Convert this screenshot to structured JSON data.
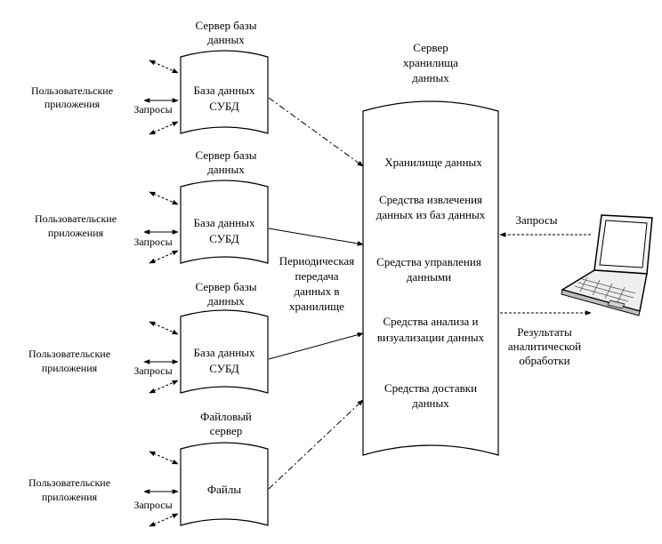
{
  "db_servers": [
    {
      "title_lines": [
        "Сервер базы",
        "данных"
      ],
      "content_lines": [
        "База данных",
        "СУБД"
      ],
      "apps_label_lines": [
        "Пользовательские",
        "приложения"
      ],
      "requests_label": "Запросы"
    },
    {
      "title_lines": [
        "Сервер базы",
        "данных"
      ],
      "content_lines": [
        "База данных",
        "СУБД"
      ],
      "apps_label_lines": [
        "Пользовательские",
        "приложения"
      ],
      "requests_label": "Запросы"
    },
    {
      "title_lines": [
        "Сервер базы",
        "данных"
      ],
      "content_lines": [
        "База данных",
        "СУБД"
      ],
      "apps_label_lines": [
        "Пользовательские",
        "приложения"
      ],
      "requests_label": "Запросы"
    },
    {
      "title_lines": [
        "Файловый",
        "сервер"
      ],
      "content_lines": [
        "Файлы"
      ],
      "apps_label_lines": [
        "Пользовательские",
        "приложения"
      ],
      "requests_label": "Запросы"
    }
  ],
  "warehouse": {
    "title_lines": [
      "Сервер",
      "хранилища",
      "данных"
    ],
    "components": [
      [
        "Хранилище данных"
      ],
      [
        "Средства извлечения",
        "данных из баз данных"
      ],
      [
        "Средства управления",
        "данными"
      ],
      [
        "Средства анализа и",
        "визуализации данных"
      ],
      [
        "Средства доставки",
        "данных"
      ]
    ]
  },
  "transfer_label_lines": [
    "Периодическая",
    "передача",
    "данных в",
    "хранилище"
  ],
  "client": {
    "icon": "laptop-icon",
    "requests_label": "Запросы",
    "results_label_lines": [
      "Результаты",
      "аналитической",
      "обработки"
    ]
  }
}
